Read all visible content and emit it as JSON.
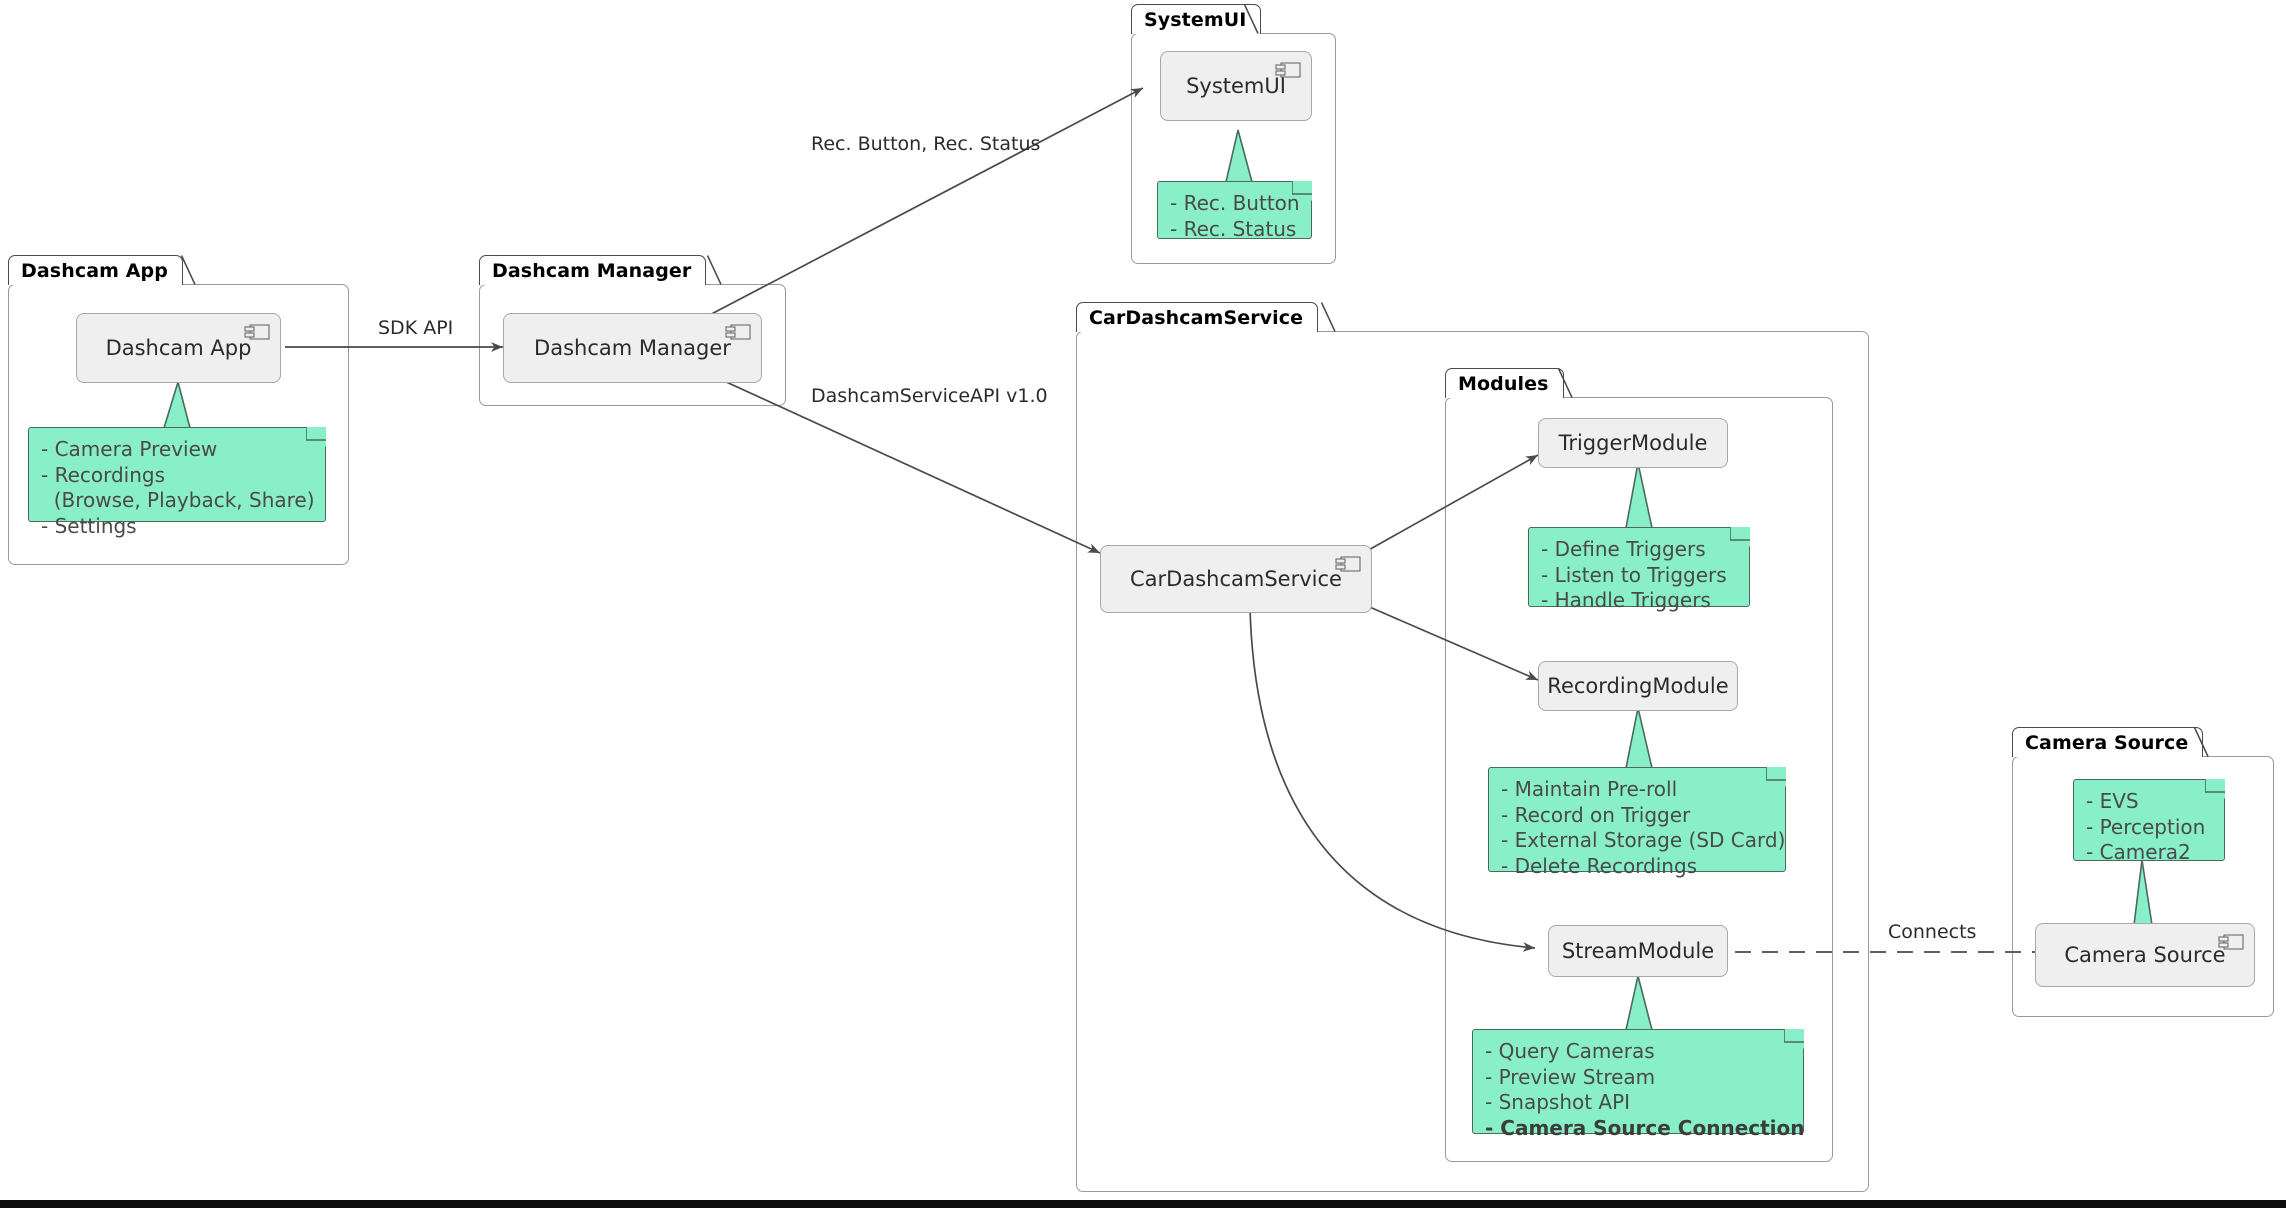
{
  "diagram": {
    "title": "Dashcam Architecture Component Diagram",
    "colors": {
      "note_fill": "#88efc8",
      "note_border": "#4a6a5c",
      "component_fill": "#efefef",
      "component_border": "#a8a8a8",
      "package_border": "#9a9a9a",
      "line": "#4a4a4a",
      "text": "#2b2b2b",
      "note_text": "#4a4a4a"
    }
  },
  "packages": {
    "dashcam_app": {
      "label": "Dashcam App",
      "component": "Dashcam App",
      "note": [
        "- Camera Preview",
        "- Recordings",
        "  (Browse, Playback, Share)",
        "- Settings"
      ]
    },
    "dashcam_manager": {
      "label": "Dashcam Manager",
      "component": "Dashcam Manager"
    },
    "system_ui": {
      "label": "SystemUI",
      "component": "SystemUI",
      "note": [
        "- Rec. Button",
        "- Rec. Status"
      ]
    },
    "car_dashcam_service": {
      "label": "CarDashcamService",
      "component": "CarDashcamService"
    },
    "modules": {
      "label": "Modules",
      "trigger_module": {
        "component": "TriggerModule",
        "note": [
          "- Define Triggers",
          "- Listen to Triggers",
          "- Handle Triggers"
        ]
      },
      "recording_module": {
        "component": "RecordingModule",
        "note": [
          "- Maintain Pre-roll",
          "- Record on Trigger",
          "- External Storage (SD Card)",
          "- Delete Recordings"
        ]
      },
      "stream_module": {
        "component": "StreamModule",
        "note": [
          "- Query Cameras",
          "- Preview Stream",
          "- Snapshot API",
          "- Camera Source Connection"
        ],
        "note_bold_index": 3
      }
    },
    "camera_source": {
      "label": "Camera Source",
      "component": "Camera Source",
      "note": [
        "- EVS",
        "- Perception",
        "- Camera2"
      ]
    }
  },
  "edges": {
    "sdk_api": "SDK API",
    "rec_button_status": "Rec. Button, Rec. Status",
    "dashcam_service_api": "DashcamServiceAPI v1.0",
    "connects": "Connects"
  }
}
